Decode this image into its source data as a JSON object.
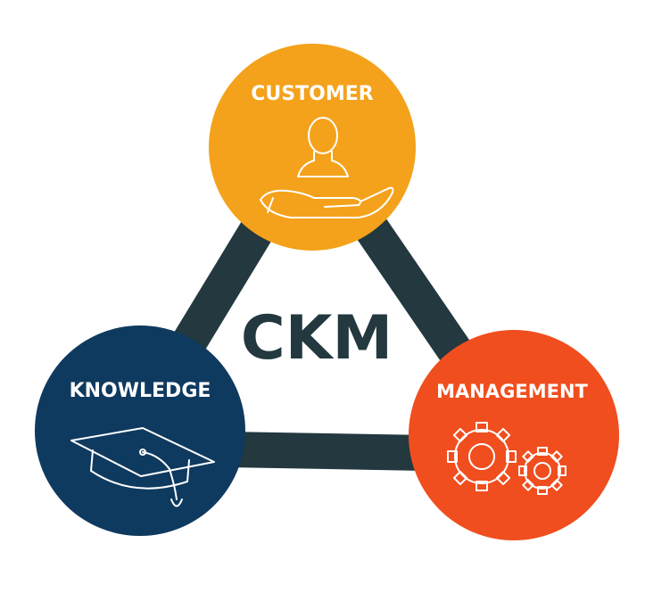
{
  "center": {
    "label": "CKM"
  },
  "nodes": [
    {
      "id": "customer",
      "label": "CUSTOMER",
      "color": "#F4A21B",
      "icon": "customer-in-hand-icon"
    },
    {
      "id": "knowledge",
      "label": "KNOWLEDGE",
      "color": "#0F3A5F",
      "icon": "graduation-cap-icon"
    },
    {
      "id": "management",
      "label": "MANAGEMENT",
      "color": "#F04E1E",
      "icon": "gears-icon"
    }
  ],
  "colors": {
    "frame": "#23383F",
    "center_text": "#23383F",
    "background": "#FFFFFF"
  }
}
